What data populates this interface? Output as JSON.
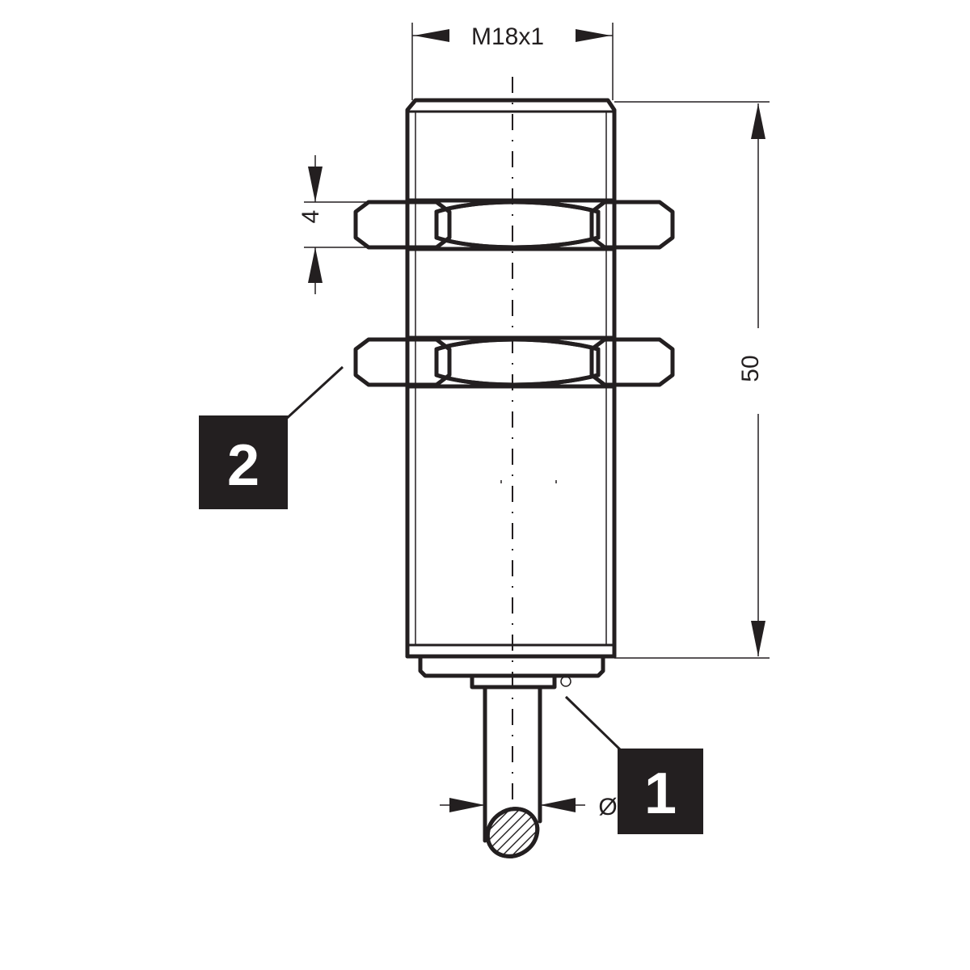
{
  "dimensions": {
    "thread": "M18x1",
    "nut_thickness": "4",
    "length": "50",
    "cable_diameter": "Ø"
  },
  "callouts": [
    {
      "number": "2"
    },
    {
      "number": "1"
    }
  ],
  "colors": {
    "line": "#231f20",
    "callout_fill": "#231f20",
    "callout_text": "#ffffff",
    "background": "#ffffff"
  }
}
